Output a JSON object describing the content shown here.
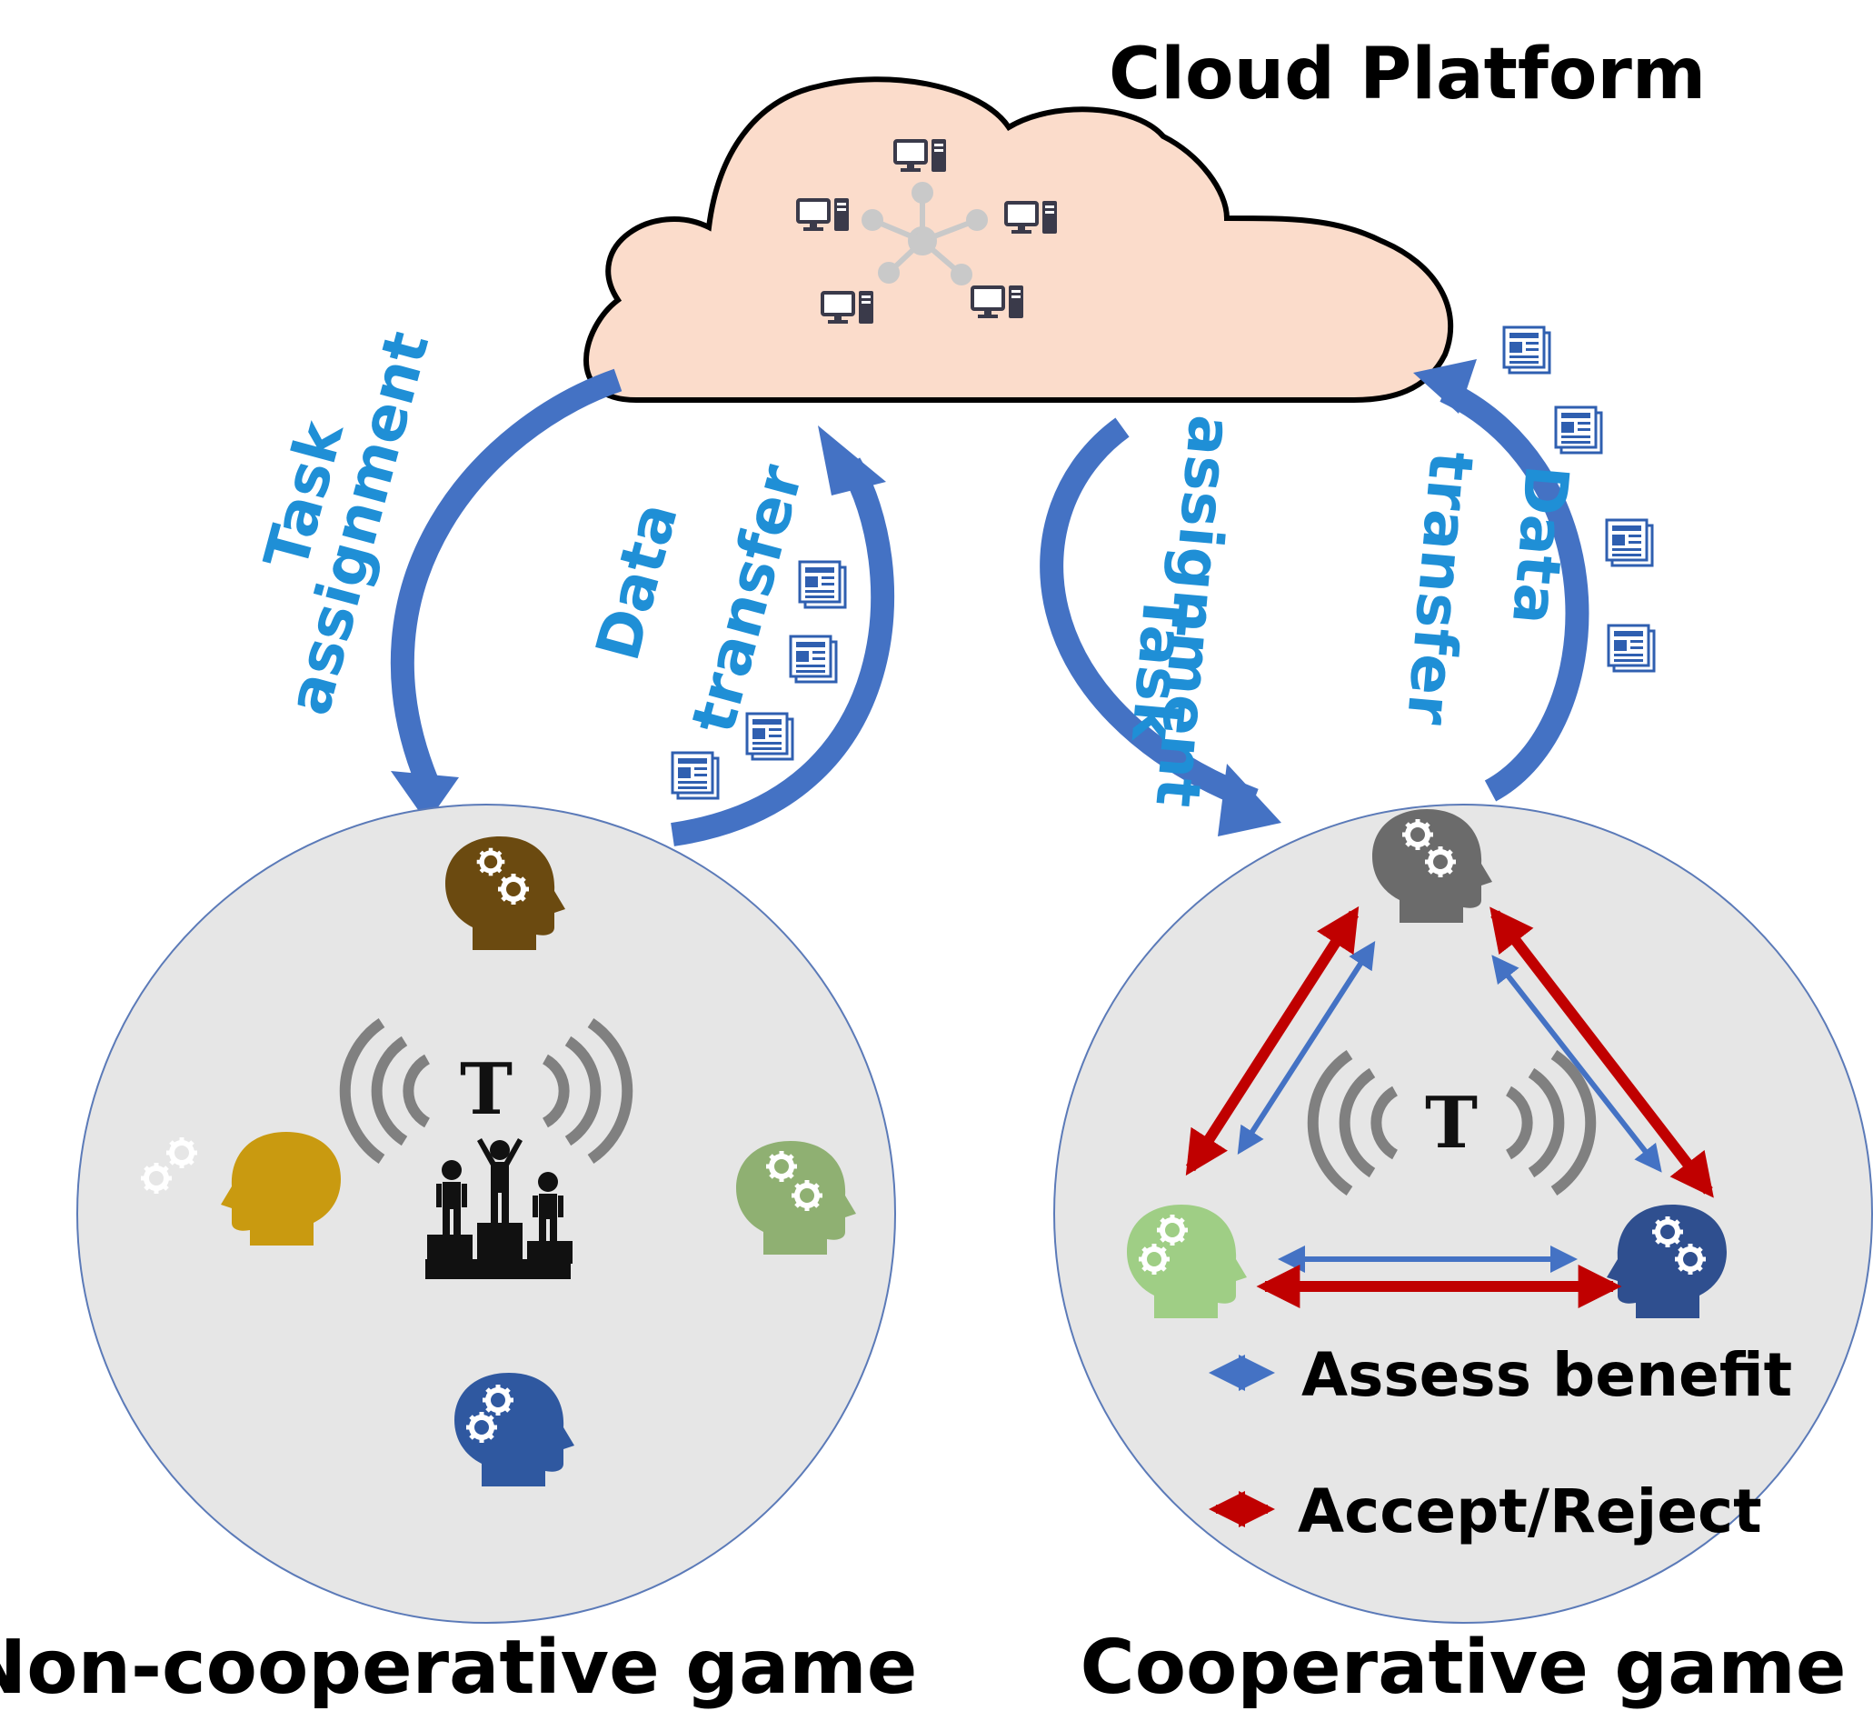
{
  "cloud": {
    "title": "Cloud Platform",
    "fill": "#fbdccb",
    "node_color": "#c9c9c9",
    "computer_icon": "desktop-computer-icon",
    "computer_count": 5
  },
  "flows": {
    "left_task_assignment": {
      "line1": "Task",
      "line2": "assignment"
    },
    "left_data_transfer": {
      "line1": "Data",
      "line2": "transfer"
    },
    "right_task_assignment": {
      "line1": "Task",
      "line2": "assignment"
    },
    "right_data_transfer": {
      "line1": "Data",
      "line2": "transfer"
    },
    "label_color": "#1f8fd6",
    "arrow_color": "#4472c4",
    "document_icon": "newspaper-document-icon"
  },
  "non_cooperative": {
    "label": "Non-cooperative game",
    "token": "T",
    "podium_icon": "winners-podium-icon",
    "head_colors": [
      "#6b4a10",
      "#c99a10",
      "#8fb072",
      "#2f58a0"
    ]
  },
  "cooperative": {
    "label": "Cooperative game",
    "token": "T",
    "head_colors": [
      "#6b6b6b",
      "#9fce85",
      "#2f4f8f"
    ],
    "legend": [
      {
        "label": "Assess benefit",
        "color": "#4472c4"
      },
      {
        "label": "Accept/Reject",
        "color": "#c00000"
      }
    ]
  },
  "colors": {
    "circle_fill": "#e6e6e6",
    "circle_stroke": "#5b7ab8",
    "signal": "#808080"
  }
}
